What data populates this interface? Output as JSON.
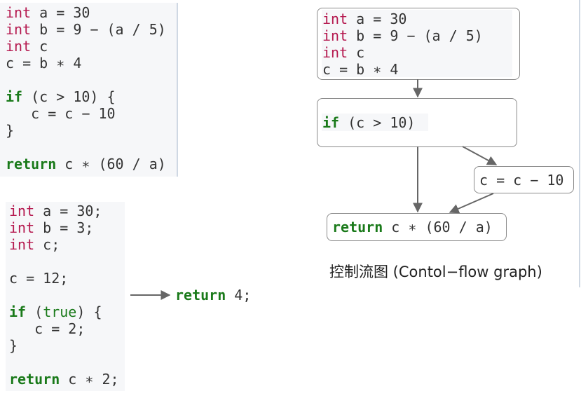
{
  "original_code": {
    "lines": [
      {
        "t": [
          [
            "int",
            "kw-int"
          ],
          [
            " a = 30",
            ""
          ]
        ]
      },
      {
        "t": [
          [
            "int",
            "kw-int"
          ],
          [
            " b = 9 − (a / 5)",
            ""
          ]
        ]
      },
      {
        "t": [
          [
            "int",
            "kw-int"
          ],
          [
            " c",
            ""
          ]
        ]
      },
      {
        "t": [
          [
            "c = b ∗ 4",
            ""
          ]
        ]
      },
      {
        "t": [
          [
            "",
            ""
          ]
        ]
      },
      {
        "t": [
          [
            "if",
            "kw"
          ],
          [
            " (c > 10) {",
            ""
          ]
        ]
      },
      {
        "t": [
          [
            "   c = c − 10",
            ""
          ]
        ]
      },
      {
        "t": [
          [
            "}",
            ""
          ]
        ]
      },
      {
        "t": [
          [
            "",
            ""
          ]
        ]
      },
      {
        "t": [
          [
            "return",
            "kw"
          ],
          [
            " c ∗ (60 / a)",
            ""
          ]
        ]
      }
    ]
  },
  "optimized_code": {
    "lines": [
      {
        "t": [
          [
            "int",
            "kw-int"
          ],
          [
            " a = 30;",
            ""
          ]
        ]
      },
      {
        "t": [
          [
            "int",
            "kw-int"
          ],
          [
            " b = 3;",
            ""
          ]
        ]
      },
      {
        "t": [
          [
            "int",
            "kw-int"
          ],
          [
            " c;",
            ""
          ]
        ]
      },
      {
        "t": [
          [
            "",
            ""
          ]
        ]
      },
      {
        "t": [
          [
            "c = 12;",
            ""
          ]
        ]
      },
      {
        "t": [
          [
            "",
            ""
          ]
        ]
      },
      {
        "t": [
          [
            "if",
            "kw"
          ],
          [
            " (",
            ""
          ],
          [
            "true",
            "kw-true"
          ],
          [
            ") {",
            ""
          ]
        ]
      },
      {
        "t": [
          [
            "   c = 2;",
            ""
          ]
        ]
      },
      {
        "t": [
          [
            "}",
            ""
          ]
        ]
      },
      {
        "t": [
          [
            "",
            ""
          ]
        ]
      },
      {
        "t": [
          [
            "return",
            "kw"
          ],
          [
            " c ∗ 2;",
            ""
          ]
        ]
      }
    ]
  },
  "result_code": {
    "lines": [
      {
        "t": [
          [
            "return",
            "kw"
          ],
          [
            " 4;",
            ""
          ]
        ]
      }
    ]
  },
  "cfg": {
    "node1": {
      "lines": [
        {
          "t": [
            [
              "int",
              "kw-int"
            ],
            [
              " a = 30",
              ""
            ]
          ]
        },
        {
          "t": [
            [
              "int",
              "kw-int"
            ],
            [
              " b = 9 − (a / 5)",
              ""
            ]
          ]
        },
        {
          "t": [
            [
              "int",
              "kw-int"
            ],
            [
              " c",
              ""
            ]
          ]
        },
        {
          "t": [
            [
              "c = b ∗ 4",
              ""
            ]
          ]
        }
      ]
    },
    "node2": {
      "lines": [
        {
          "t": [
            [
              "if",
              "kw"
            ],
            [
              " (c > 10)",
              ""
            ]
          ]
        }
      ]
    },
    "node3": {
      "lines": [
        {
          "t": [
            [
              "c = c − 10",
              ""
            ]
          ]
        }
      ]
    },
    "node4": {
      "lines": [
        {
          "t": [
            [
              "return",
              "kw"
            ],
            [
              " c ∗ (60 / a)",
              ""
            ]
          ]
        }
      ]
    },
    "caption": "控制流图 (Contol−flow graph)"
  },
  "colors": {
    "keyword_type": "#b5194f",
    "keyword_control": "#1a7a1a",
    "code_background": "#f6f7f9",
    "node_border": "#8a8a8a",
    "arrow": "#666666"
  }
}
